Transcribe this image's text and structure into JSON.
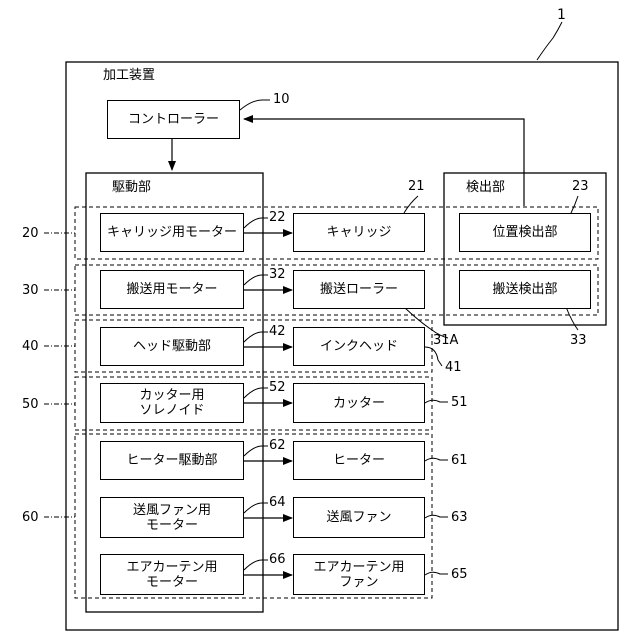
{
  "figure_number": "1",
  "device_label": "加工装置",
  "controller": {
    "label": "コントローラー",
    "ref": "10"
  },
  "drive_unit_label": "駆動部",
  "detection_unit": {
    "label": "検出部",
    "ref": "21"
  },
  "groups": [
    {
      "ref": "20"
    },
    {
      "ref": "30"
    },
    {
      "ref": "40"
    },
    {
      "ref": "50"
    },
    {
      "ref": "60"
    }
  ],
  "drivers": [
    {
      "label": "キャリッジ用モーター",
      "ref": "22"
    },
    {
      "label": "搬送用モーター",
      "ref": "32"
    },
    {
      "label": "ヘッド駆動部",
      "ref": "42"
    },
    {
      "line1": "カッター用",
      "line2": "ソレノイド",
      "ref": "52"
    },
    {
      "label": "ヒーター駆動部",
      "ref": "62"
    },
    {
      "line1": "送風ファン用",
      "line2": "モーター",
      "ref": "64"
    },
    {
      "line1": "エアカーテン用",
      "line2": "モーター",
      "ref": "66"
    }
  ],
  "devices": [
    {
      "label": "キャリッジ"
    },
    {
      "label": "搬送ローラー",
      "ref": "31A"
    },
    {
      "label": "インクヘッド",
      "ref": "41"
    },
    {
      "label": "カッター",
      "ref": "51"
    },
    {
      "label": "ヒーター",
      "ref": "61"
    },
    {
      "label": "送風ファン",
      "ref": "63"
    },
    {
      "line1": "エアカーテン用",
      "line2": "ファン",
      "ref": "65"
    }
  ],
  "detectors": [
    {
      "label": "位置検出部",
      "ref": "23"
    },
    {
      "label": "搬送検出部",
      "ref": "33"
    }
  ]
}
